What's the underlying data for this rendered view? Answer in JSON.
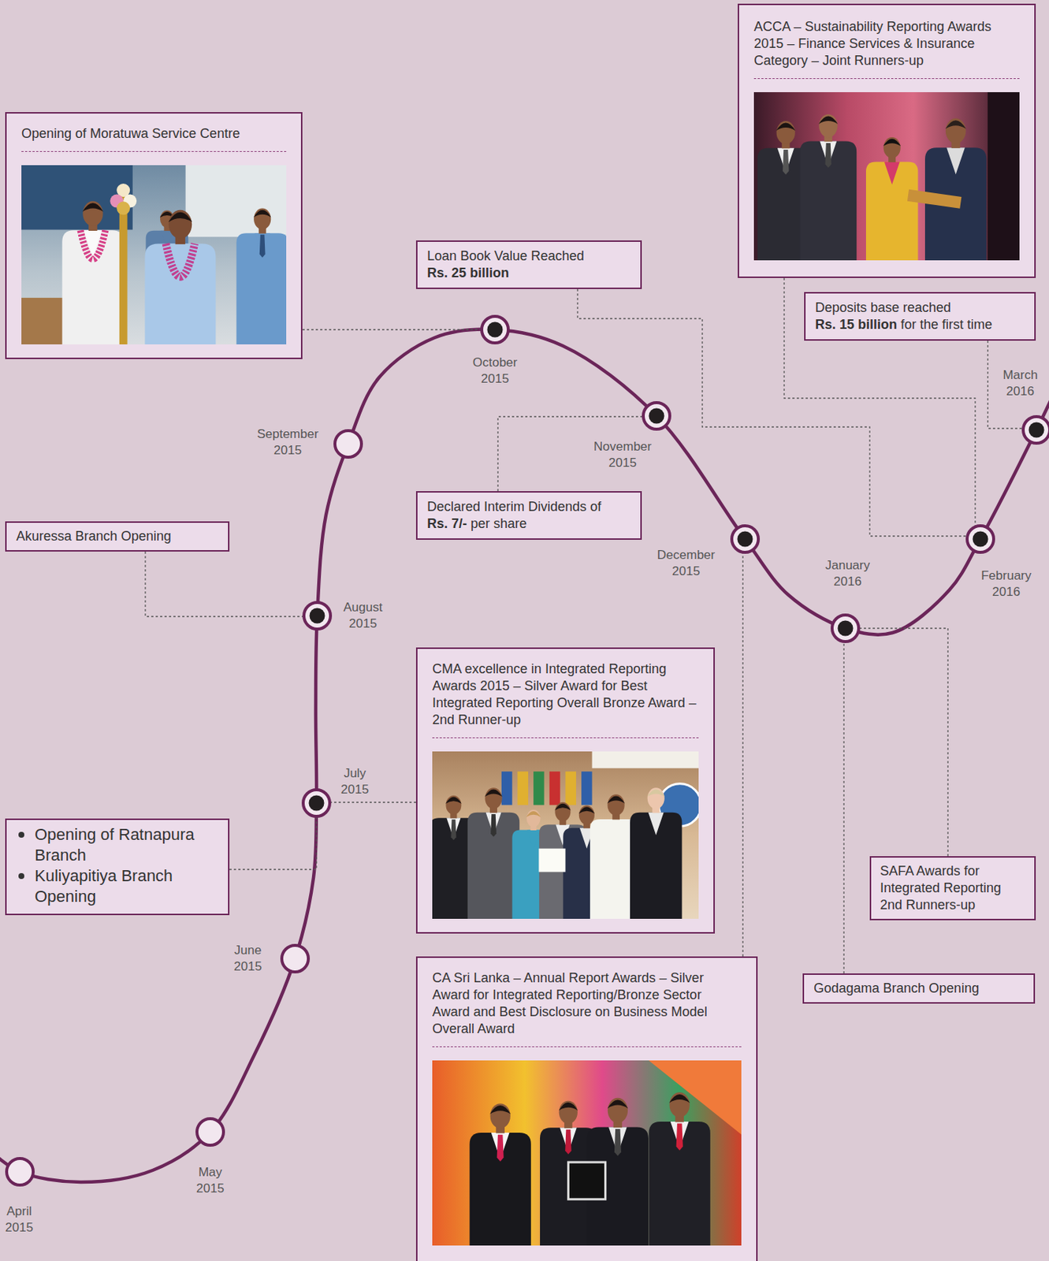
{
  "diagram": {
    "nodes": [
      {
        "text": [
          "ACCA – Sustainability Reporting Awards 2015 – Finance Services & Insurance Category – Joint Runners-up"
        ]
      },
      {
        "text": [
          "Opening of Moratuwa Service Centre"
        ]
      },
      {
        "text": [
          "Loan Book Value Reached",
          "Rs. 25 billion"
        ]
      },
      {
        "text": [
          "Deposits base reached",
          "Rs. 15 billion",
          "for the first time"
        ]
      },
      {
        "text": [
          "Declared Interim Dividends of",
          "Rs. 7/-",
          "per share"
        ]
      },
      {
        "text": [
          "Akuressa Branch Opening"
        ]
      },
      {
        "text": [
          "CMA excellence in Integrated Reporting Awards 2015 – Silver Award for Best Integrated Reporting Overall Bronze Award – 2nd Runner-up"
        ]
      },
      {
        "text": [
          "Opening of Ratnapura Branch",
          "Kuliyapitiya Branch Opening"
        ]
      },
      {
        "text": [
          "SAFA Awards for Integrated Reporting 2nd Runners-up"
        ]
      },
      {
        "text": [
          "CA Sri Lanka – Annual Report Awards – Silver Award for Integrated Reporting/Bronze Sector Award and Best Disclosure on Business Model Overall Award"
        ]
      },
      {
        "text": [
          "Godagama Branch Opening"
        ]
      }
    ],
    "labels": [
      "April 2015",
      "May 2015",
      "June 2015",
      "July 2015",
      "August 2015",
      "September 2015",
      "October 2015",
      "November 2015",
      "December 2015",
      "January 2016",
      "February 2016",
      "March 2016"
    ]
  }
}
